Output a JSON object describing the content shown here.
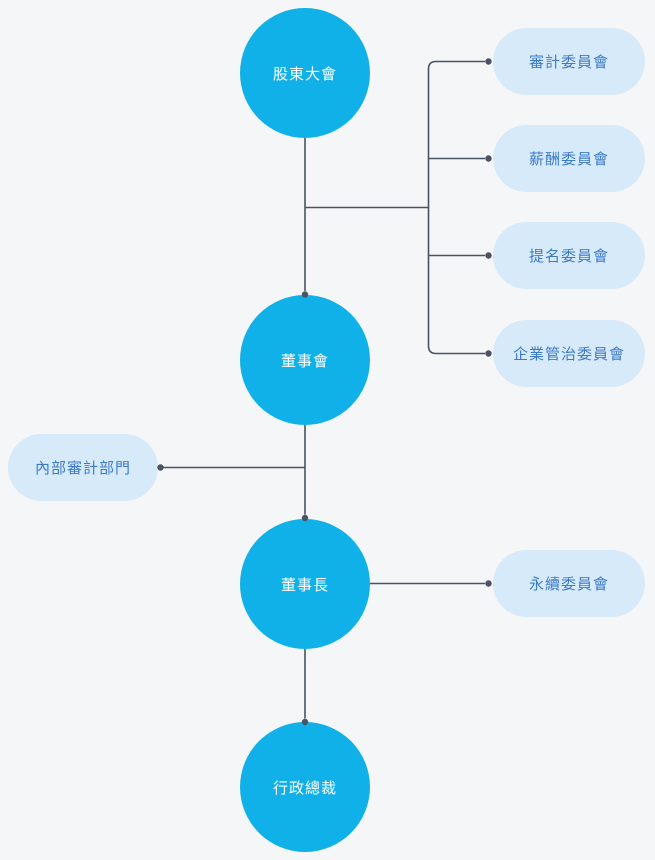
{
  "nodes": {
    "shareholders": {
      "label": "股東大會"
    },
    "board": {
      "label": "董事會"
    },
    "chairman": {
      "label": "董事長"
    },
    "ceo": {
      "label": "行政總裁"
    }
  },
  "board_committees": [
    {
      "label": "審計委員會"
    },
    {
      "label": "薪酬委員會"
    },
    {
      "label": "提名委員會"
    },
    {
      "label": "企業管治委員會"
    }
  ],
  "internal_audit": {
    "label": "內部審計部門"
  },
  "sustainability_committee": {
    "label": "永續委員會"
  },
  "colors": {
    "background": "#F5F6F7",
    "node_circle_fill": "#10B1E8",
    "node_circle_text": "#FFFFFF",
    "pill_fill": "#D6EAF9",
    "pill_text": "#3D7BC8",
    "connector_line": "#4A5365"
  }
}
